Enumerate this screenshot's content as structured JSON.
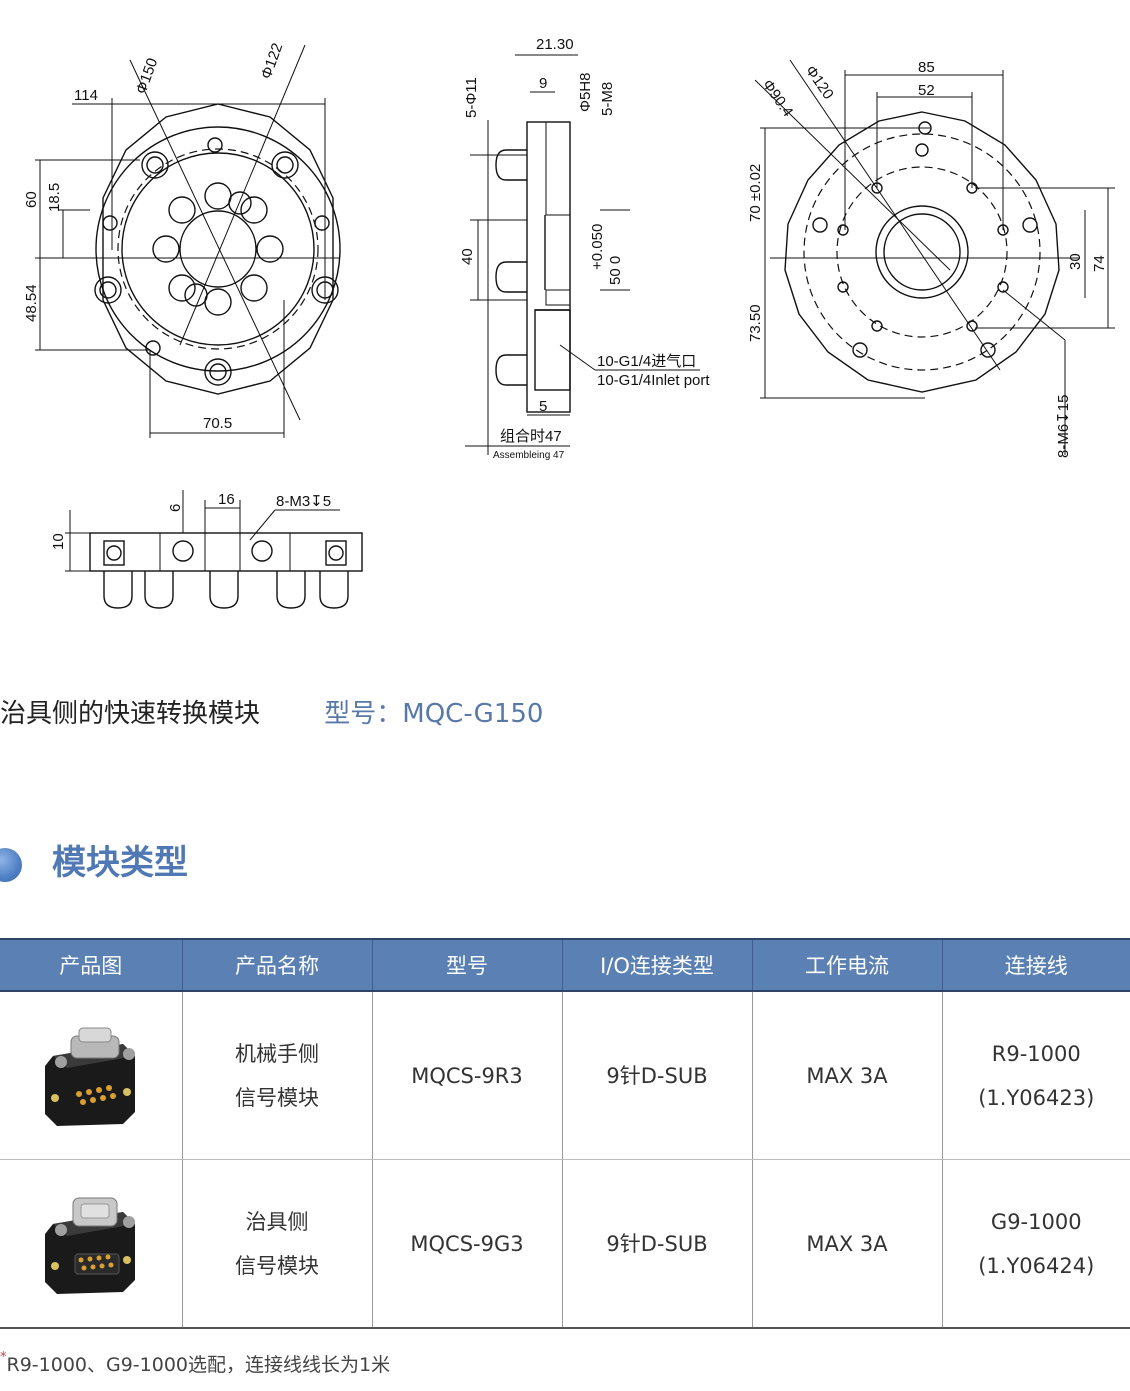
{
  "drawing_labels": {
    "front": {
      "phi150": "Φ150",
      "phi122": "Φ122",
      "d114": "114",
      "d60": "60",
      "d18_5": "18.5",
      "d48_54": "48.54",
      "d70_5": "70.5"
    },
    "side": {
      "d21_30": "21.30",
      "d9": "9",
      "phi5h8": "Φ5H8",
      "m8": "5-M8",
      "phi11": "5-Φ11",
      "d40": "40",
      "tol_top": "+0.050",
      "tol_bot": "50 0",
      "port_cn": "10-G1/4进气口",
      "port_en": "10-G1/4Inlet port",
      "d5": "5",
      "asm_cn": "组合时47",
      "asm_en": "Assembleing 47"
    },
    "back": {
      "phi120": "Φ120",
      "phi90_4": "Φ90.4",
      "d85": "85",
      "d52": "52",
      "d70": "70 ±0.02",
      "d73_50": "73.50",
      "d30": "30",
      "d74": "74",
      "m6": "8-M6↧15"
    },
    "bottom": {
      "d16": "16",
      "d6": "6",
      "d10": "10",
      "m3": "8-M3↧5"
    }
  },
  "product": {
    "name": "治具侧的快速转换模块",
    "model": "型号：MQC-G150"
  },
  "section": {
    "title": "模块类型"
  },
  "table": {
    "headers": [
      "产品图",
      "产品名称",
      "型号",
      "I/O连接类型",
      "工作电流",
      "连接线"
    ],
    "rows": [
      {
        "name_line1": "机械手侧",
        "name_line2": "信号模块",
        "model": "MQCS-9R3",
        "io": "9针D-SUB",
        "current": "MAX 3A",
        "cable_line1": "R9-1000",
        "cable_line2": "(1.Y06423)"
      },
      {
        "name_line1": "治具侧",
        "name_line2": "信号模块",
        "model": "MQCS-9G3",
        "io": "9针D-SUB",
        "current": "MAX 3A",
        "cable_line1": "G9-1000",
        "cable_line2": "(1.Y06424)"
      }
    ]
  },
  "footnote": {
    "star": "*",
    "text": "R9-1000、G9-1000选配，连接线线长为1米"
  },
  "colors": {
    "header_bg": "#5b80b3",
    "accent": "#4f78b4",
    "model_text": "#5878a8"
  }
}
